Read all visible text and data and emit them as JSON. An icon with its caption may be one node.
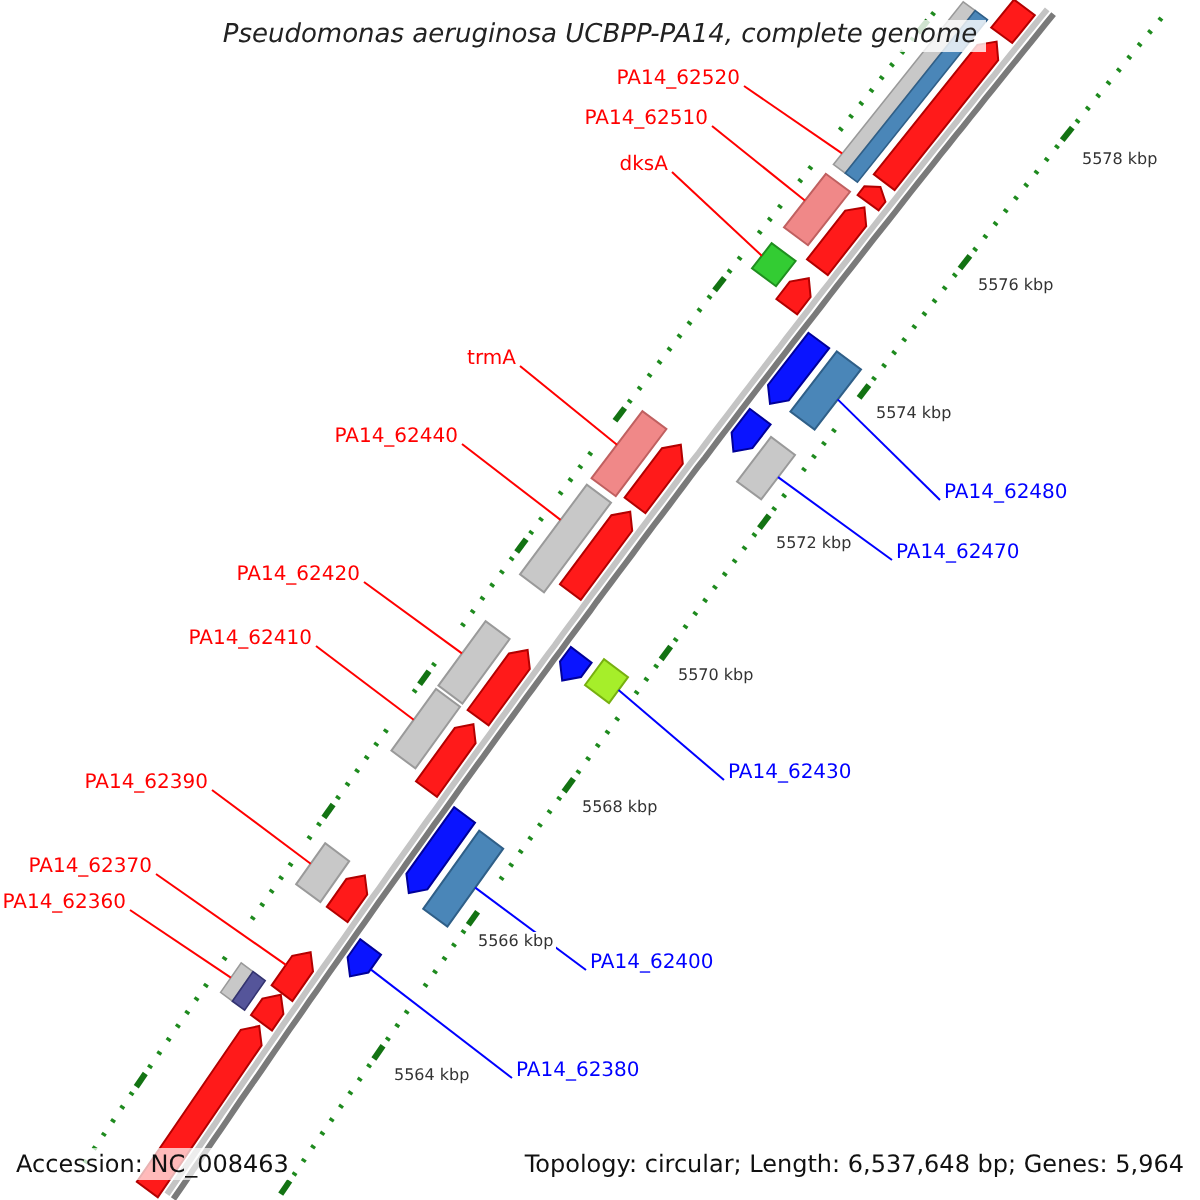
{
  "diagram": {
    "title": "Pseudomonas aeruginosa UCBPP-PA14, complete genome",
    "nodes": [
      {
        "text": [
          "PA14_62520"
        ]
      },
      {
        "text": [
          "PA14_62510"
        ]
      },
      {
        "text": [
          "dksA"
        ]
      },
      {
        "text": [
          "trmA"
        ]
      },
      {
        "text": [
          "PA14_62440"
        ]
      },
      {
        "text": [
          "PA14_62480"
        ]
      },
      {
        "text": [
          "PA14_62470"
        ]
      },
      {
        "text": [
          "PA14_62420"
        ]
      },
      {
        "text": [
          "PA14_62410"
        ]
      },
      {
        "text": [
          "PA14_62430"
        ]
      },
      {
        "text": [
          "PA14_62390"
        ]
      },
      {
        "text": [
          "PA14_62370"
        ]
      },
      {
        "text": [
          "PA14_62360"
        ]
      },
      {
        "text": [
          "PA14_62400"
        ]
      },
      {
        "text": [
          "PA14_62380"
        ]
      },
      {
        "text": [],
        "shape": "arrow"
      },
      {
        "text": [],
        "shape": "bar"
      },
      {
        "text": [],
        "shape": "arrow"
      },
      {
        "text": [],
        "shape": "arrow"
      },
      {
        "text": [],
        "shape": "bar"
      },
      {
        "text": [],
        "shape": "arrow"
      },
      {
        "text": [],
        "shape": "arrow"
      },
      {
        "text": [],
        "shape": "bar"
      },
      {
        "text": [],
        "shape": "arrow"
      },
      {
        "text": [],
        "shape": "arrow"
      },
      {
        "text": [],
        "shape": "bar"
      },
      {
        "text": [],
        "shape": "bar"
      },
      {
        "text": [],
        "shape": "arrow"
      },
      {
        "text": [],
        "shape": "bar"
      },
      {
        "text": [],
        "shape": "arrow"
      },
      {
        "text": [],
        "shape": "arrow"
      },
      {
        "text": [],
        "shape": "bar"
      },
      {
        "text": [],
        "shape": "bar"
      },
      {
        "text": [],
        "shape": "arrow"
      },
      {
        "text": [],
        "shape": "arrow"
      },
      {
        "text": [],
        "shape": "bar"
      },
      {
        "text": [],
        "shape": "bar"
      },
      {
        "text": [],
        "shape": "arrow"
      },
      {
        "text": [],
        "shape": "arrow"
      },
      {
        "text": [],
        "shape": "bar"
      },
      {
        "text": [],
        "shape": "bar"
      },
      {
        "text": [],
        "shape": "arrow"
      },
      {
        "text": [],
        "shape": "bar"
      },
      {
        "text": [],
        "shape": "arrow"
      },
      {
        "text": [],
        "shape": "arrow"
      },
      {
        "text": [],
        "shape": "bar"
      }
    ],
    "edges": [
      {
        "from": 0,
        "to": 42,
        "arrow": "none"
      },
      {
        "from": 1,
        "to": 39,
        "arrow": "none"
      },
      {
        "from": 2,
        "to": 36,
        "arrow": "none"
      },
      {
        "from": 3,
        "to": 32,
        "arrow": "none"
      },
      {
        "from": 4,
        "to": 28,
        "arrow": "none"
      },
      {
        "from": 5,
        "to": 40,
        "arrow": "none",
        "color": "#0000ff"
      },
      {
        "from": 6,
        "to": 35,
        "arrow": "none",
        "color": "#0000ff"
      },
      {
        "from": 7,
        "to": 26,
        "arrow": "none"
      },
      {
        "from": 8,
        "to": 22,
        "arrow": "none"
      },
      {
        "from": 9,
        "to": 31,
        "arrow": "none",
        "color": "#0000ff"
      },
      {
        "from": 10,
        "to": 19,
        "arrow": "none"
      },
      {
        "from": 11,
        "to": 18,
        "arrow": "none"
      },
      {
        "from": 12,
        "to": 16,
        "arrow": "none"
      },
      {
        "from": 13,
        "to": 25,
        "arrow": "none",
        "color": "#0000ff"
      },
      {
        "from": 14,
        "to": 21,
        "arrow": "none",
        "color": "#0000ff"
      }
    ],
    "labels": [
      "5578 kbp",
      "5576 kbp",
      "5574 kbp",
      "5572 kbp",
      "5570 kbp",
      "5568 kbp",
      "5566 kbp",
      "5564 kbp",
      "Accession: NC_008463",
      "Topology: circular; Length: 6,537,648 bp; Genes: 5,964"
    ]
  }
}
